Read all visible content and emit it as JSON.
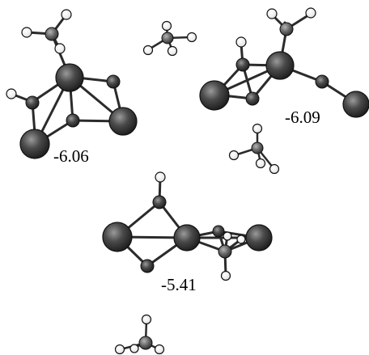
{
  "energies": {
    "structure_1": "-6.06",
    "structure_2": "-6.09",
    "structure_3": "-5.41"
  },
  "colors": {
    "bond": "#2b2b2b",
    "atom_dark": "#2e2e2e",
    "atom_light": "#ffffff",
    "atom_stroke": "#111111",
    "background": "#ffffff"
  },
  "icons": {
    "large_atom": "large-dark-sphere",
    "small_atom": "small-dark-sphere",
    "hydrogen": "small-white-sphere"
  }
}
